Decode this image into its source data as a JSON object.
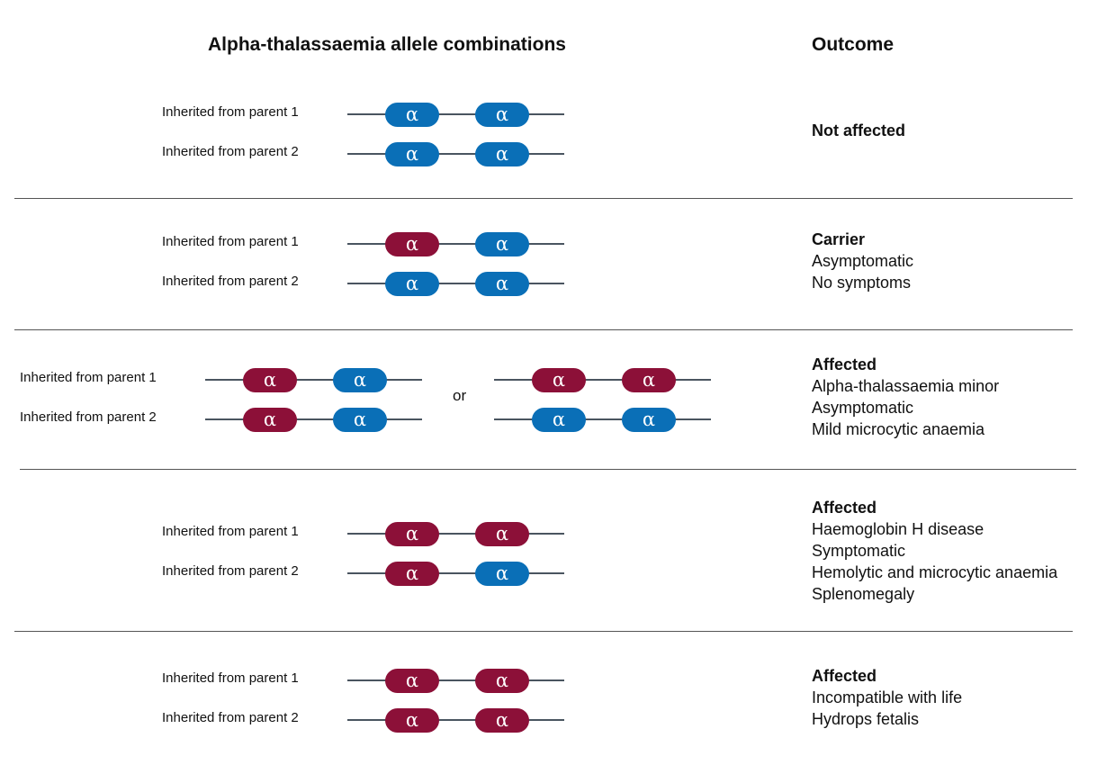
{
  "header": {
    "left": "Alpha-thalassaemia allele combinations",
    "right": "Outcome"
  },
  "alleles": {
    "symbol": "α",
    "normal_color": "#0a6fb7",
    "mutant_color": "#8c1038"
  },
  "rows": [
    {
      "pairs": [
        {
          "label": "Inherited from parent 1",
          "alleles": [
            "normal",
            "normal"
          ]
        },
        {
          "label": "Inherited from parent 2",
          "alleles": [
            "normal",
            "normal"
          ]
        }
      ],
      "outcome": {
        "title": "Not affected",
        "lines": []
      }
    },
    {
      "pairs": [
        {
          "label": "Inherited from parent 1",
          "alleles": [
            "mutant",
            "normal"
          ]
        },
        {
          "label": "Inherited from parent 2",
          "alleles": [
            "normal",
            "normal"
          ]
        }
      ],
      "outcome": {
        "title": "Carrier",
        "lines": [
          "Asymptomatic",
          "No symptoms"
        ]
      }
    },
    {
      "pairs": [
        {
          "label": "Inherited from parent 1",
          "alleles": [
            "mutant",
            "normal"
          ]
        },
        {
          "label": "Inherited from parent 2",
          "alleles": [
            "mutant",
            "normal"
          ]
        }
      ],
      "alt_pairs": [
        {
          "alleles": [
            "mutant",
            "mutant"
          ]
        },
        {
          "alleles": [
            "normal",
            "normal"
          ]
        }
      ],
      "or_text": "or",
      "outcome": {
        "title": "Affected",
        "lines": [
          "Alpha-thalassaemia minor",
          "Asymptomatic",
          "Mild microcytic anaemia"
        ]
      }
    },
    {
      "pairs": [
        {
          "label": "Inherited from parent 1",
          "alleles": [
            "mutant",
            "mutant"
          ]
        },
        {
          "label": "Inherited from parent 2",
          "alleles": [
            "mutant",
            "normal"
          ]
        }
      ],
      "outcome": {
        "title": "Affected",
        "lines": [
          "Haemoglobin H disease",
          "Symptomatic",
          "Hemolytic and microcytic anaemia",
          "Splenomegaly"
        ]
      }
    },
    {
      "pairs": [
        {
          "label": "Inherited from parent 1",
          "alleles": [
            "mutant",
            "mutant"
          ]
        },
        {
          "label": "Inherited from parent 2",
          "alleles": [
            "mutant",
            "mutant"
          ]
        }
      ],
      "outcome": {
        "title": "Affected",
        "lines": [
          "Incompatible with life",
          "Hydrops fetalis"
        ]
      }
    }
  ]
}
